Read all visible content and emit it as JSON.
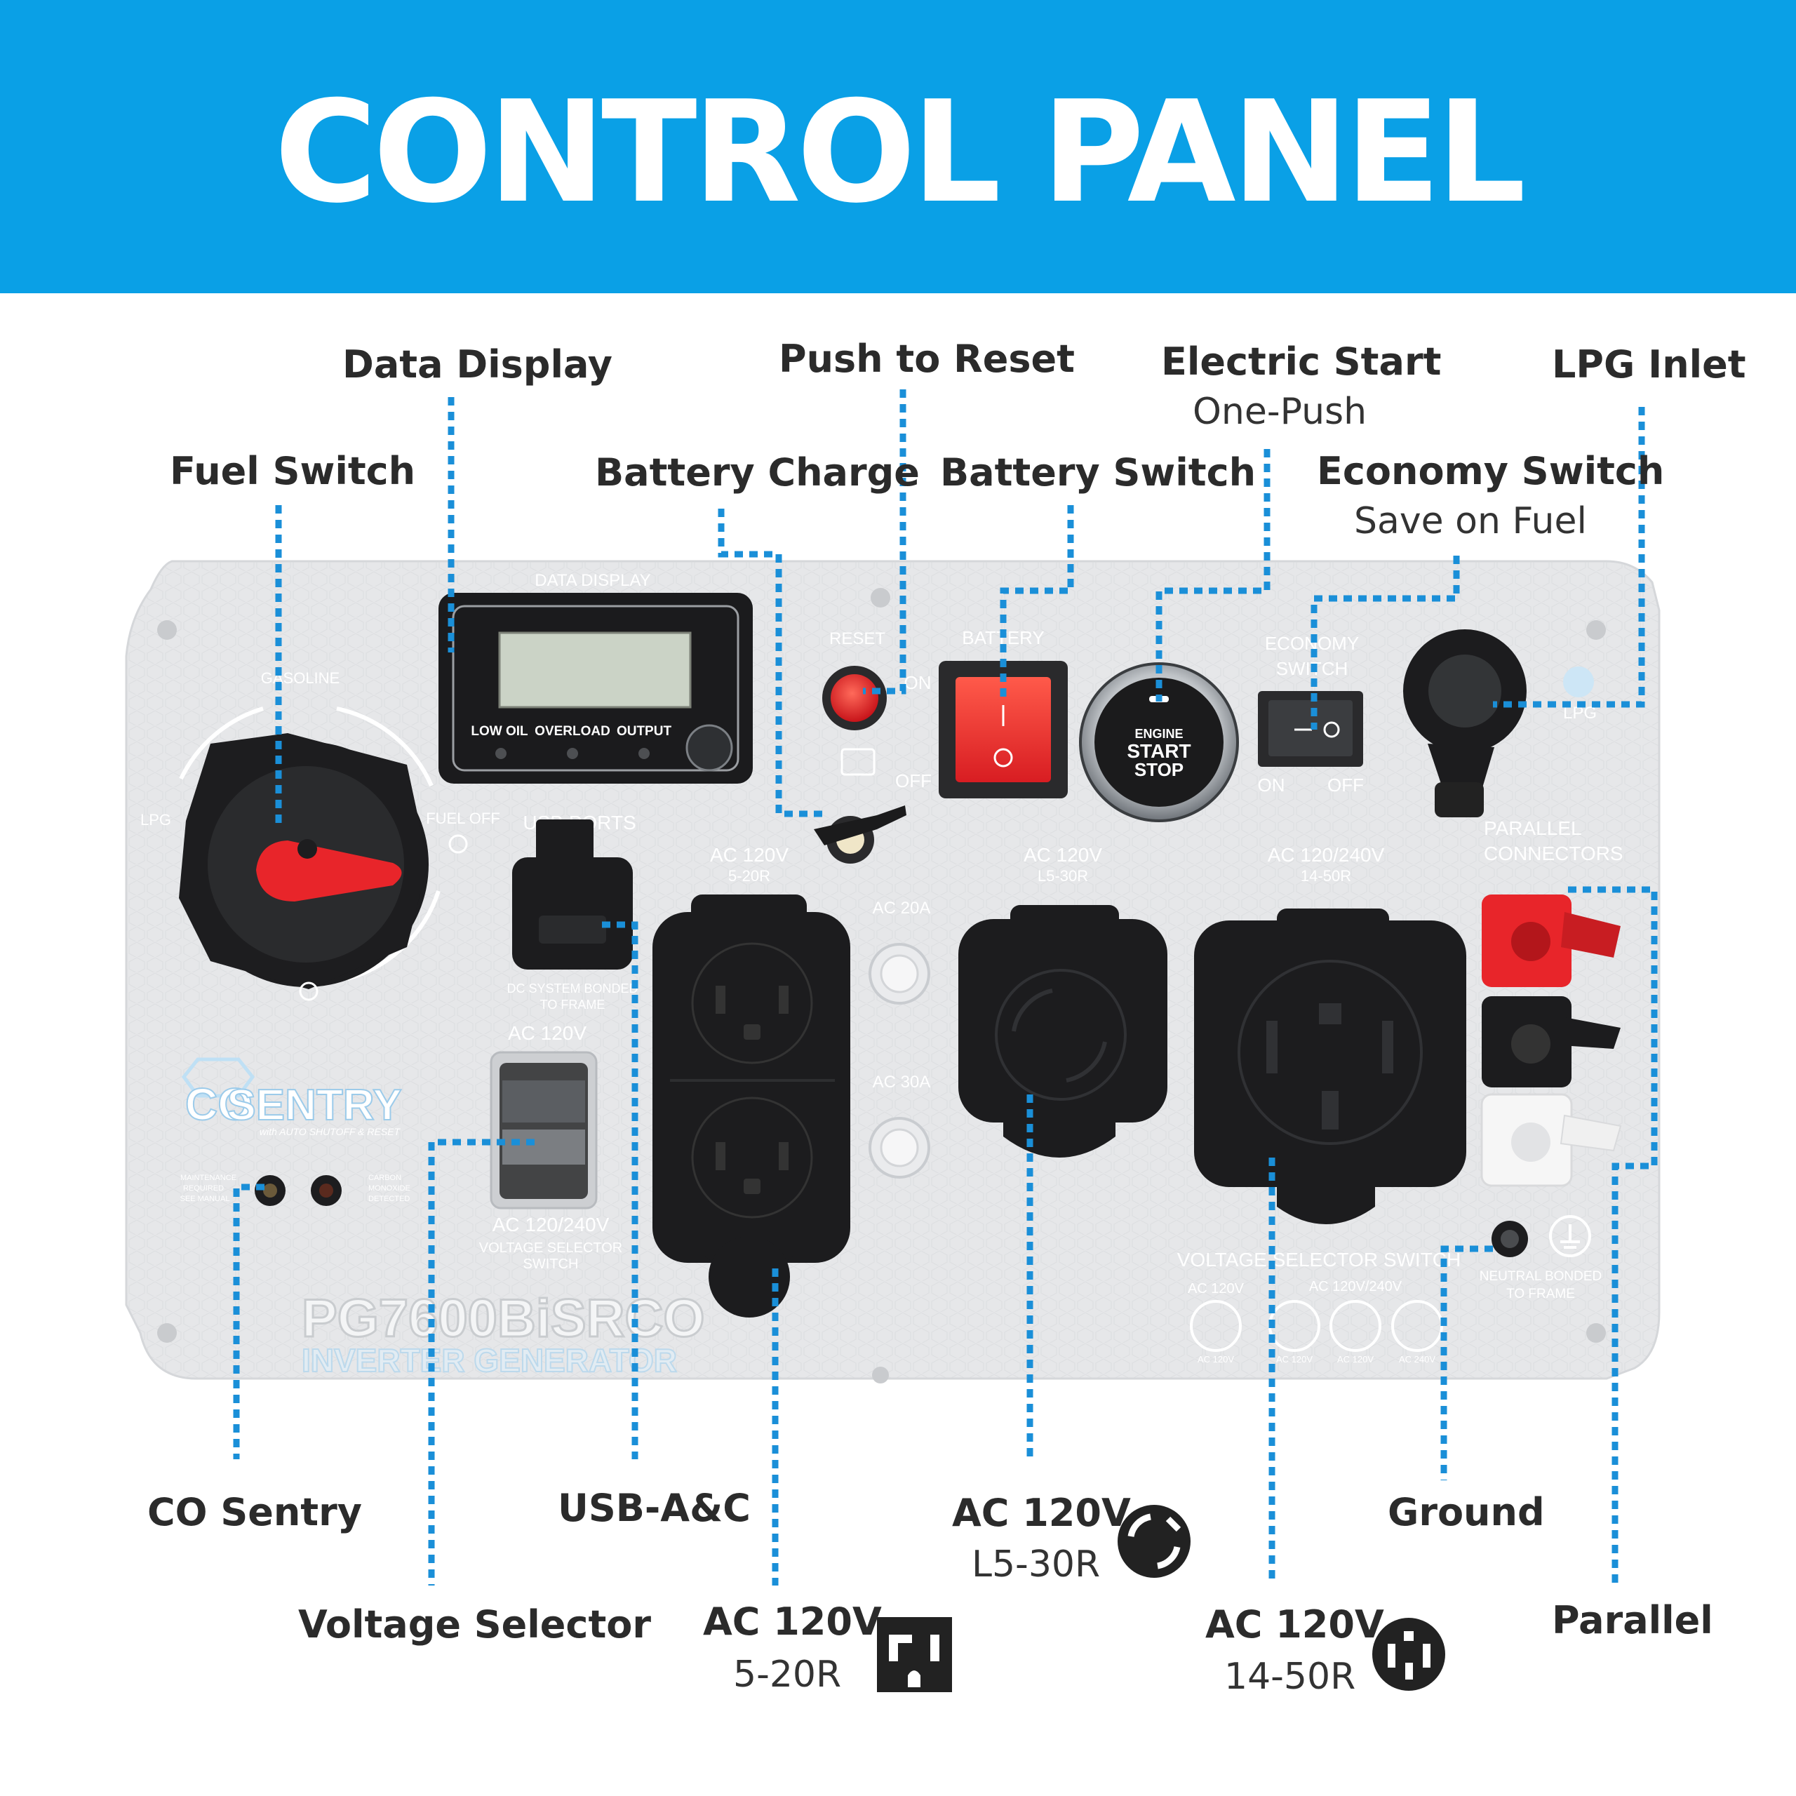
{
  "header": {
    "title": "CONTROL PANEL"
  },
  "colors": {
    "banner": "#0aa0e6",
    "leader_lines": "#1a8fd8",
    "panel": "#e6e7e9",
    "dark": "#222222",
    "red_accent": "#e8252a"
  },
  "labels": {
    "data_display": "Data Display",
    "push_to_reset": "Push to Reset",
    "electric_start": "Electric Start",
    "electric_start_sub": "One-Push",
    "lpg_inlet": "LPG Inlet",
    "fuel_switch": "Fuel Switch",
    "battery_charge": "Battery Charge",
    "battery_switch": "Battery Switch",
    "economy_switch": "Economy Switch",
    "economy_switch_sub": "Save on Fuel",
    "co_sentry": "CO Sentry",
    "usb": "USB-A&C",
    "ac_l5_30r": "AC 120V",
    "ac_l5_30r_sub": "L5-30R",
    "ground": "Ground",
    "voltage_selector": "Voltage Selector",
    "ac_5_20r": "AC 120V",
    "ac_5_20r_sub": "5-20R",
    "ac_14_50r": "AC 120V",
    "ac_14_50r_sub": "14-50R",
    "parallel": "Parallel"
  },
  "panel_print": {
    "data_display": "DATA DISPLAY",
    "low_oil": "LOW OIL",
    "overload": "OVERLOAD",
    "output": "OUTPUT",
    "reset": "RESET",
    "on": "ON",
    "off": "OFF",
    "battery": "BATTERY",
    "engine": "ENGINE",
    "start": "START",
    "stop": "STOP",
    "economy": "ECONOMY",
    "switch": "SWITCH",
    "eco_on": "ON",
    "eco_off": "OFF",
    "lpg": "LPG",
    "gasoline": "GASOLINE",
    "fuel_off": "FUEL OFF",
    "usb_ports": "USB PORTS",
    "dc_bonded_1": "DC SYSTEM BONDED",
    "dc_bonded_2": "TO FRAME",
    "ac120_5_20": "AC 120V",
    "ac120_5_20_sub": "5-20R",
    "ac20a": "AC 20A",
    "ac30a": "AC 30A",
    "ac120_l5": "AC 120V",
    "ac120_l5_sub": "L5-30R",
    "ac240_14_50": "AC 120/240V",
    "ac240_14_50_sub": "14-50R",
    "parallel_1": "PARALLEL",
    "parallel_2": "CONNECTORS",
    "sel_ac120": "AC 120V",
    "sel_ac120240": "AC 120/240V",
    "sel_desc_1": "VOLTAGE SELECTOR",
    "sel_desc_2": "SWITCH",
    "co": "CO",
    "sentry": "SENTRY",
    "sentry_sub": "with AUTO SHUTOFF & RESET",
    "maint_1": "MAINTENANCE",
    "maint_2": "REQUIRED",
    "maint_3": "SEE MANUAL",
    "carbon_1": "CARBON",
    "carbon_2": "MONOXIDE",
    "carbon_3": "DETECTED",
    "model": "PG7600BiSRCO",
    "model_sub": "INVERTER GENERATOR",
    "vss_title": "VOLTAGE SELECTOR SWITCH",
    "vss_ac120": "AC 120V",
    "vss_ac120240": "AC 120V/240V",
    "vss_s1": "AC 120V",
    "vss_s2": "AC 120V",
    "vss_s3": "AC 120V",
    "vss_s4": "AC 240V",
    "neutral_1": "NEUTRAL BONDED",
    "neutral_2": "TO FRAME"
  }
}
